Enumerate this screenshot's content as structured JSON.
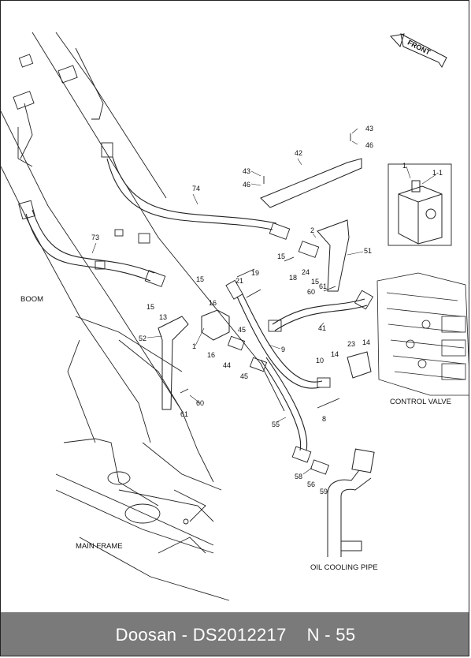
{
  "footer": {
    "brand": "Doosan - DS2012217",
    "page": "N - 55"
  },
  "areas": {
    "boom": "BOOM",
    "main_frame": "MAIN FRAME",
    "control_valve": "CONTROL VALVE",
    "oil_cooling_pipe": "OIL COOLING PIPE",
    "front": "FRONT"
  },
  "callouts": {
    "c74": "74",
    "c73": "73",
    "c42": "42",
    "c43a": "43",
    "c46a": "46",
    "c43b": "43",
    "c46b": "46",
    "c2": "2",
    "c15a": "15",
    "c24": "24",
    "c18": "18",
    "c15b": "15",
    "c51": "51",
    "c61a": "61",
    "c60a": "60",
    "c19": "19",
    "c21": "21",
    "c15c": "15",
    "c15d": "15",
    "c16a": "16",
    "c13": "13",
    "c52": "52",
    "c1": "1",
    "c16b": "16",
    "c44": "44",
    "c45a": "45",
    "c45b": "45",
    "c9": "9",
    "c41": "41",
    "c14a": "14",
    "c14b": "14",
    "c23": "23",
    "c10": "10",
    "c8": "8",
    "c60b": "60",
    "c61b": "61",
    "c55": "55",
    "c58": "58",
    "c56": "56",
    "c59": "59",
    "inset_1": "1",
    "inset_11": "1-1"
  }
}
